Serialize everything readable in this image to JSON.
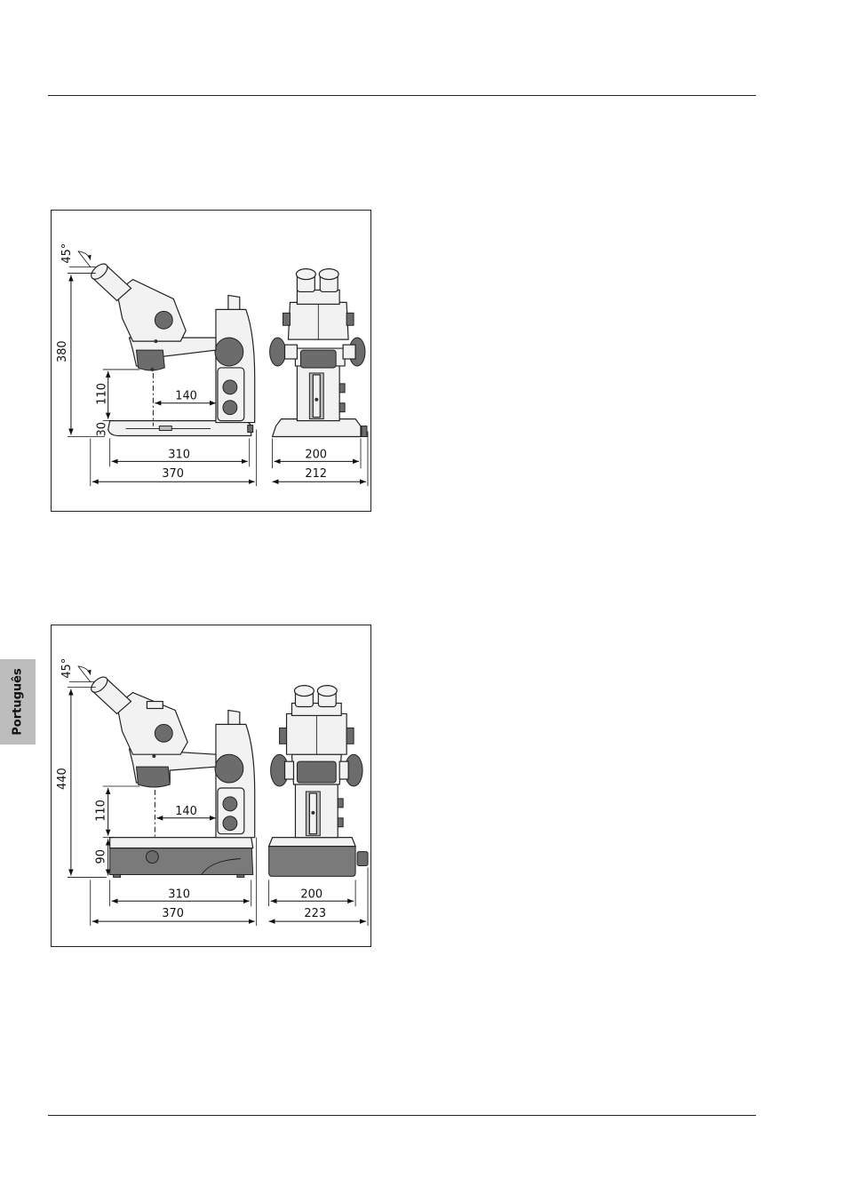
{
  "language_tab": "Português",
  "figures": [
    {
      "angle_label": "45°",
      "height_total": "380",
      "focus_distance": "110",
      "base_height": "30",
      "throat_depth": "140",
      "base_width_side": "310",
      "overall_width_side": "370",
      "base_width_front": "200",
      "overall_width_front": "212"
    },
    {
      "angle_label": "45°",
      "height_total": "440",
      "focus_distance": "110",
      "base_height": "90",
      "throat_depth": "140",
      "base_width_side": "310",
      "overall_width_side": "370",
      "base_width_front": "200",
      "overall_width_front": "223"
    }
  ]
}
